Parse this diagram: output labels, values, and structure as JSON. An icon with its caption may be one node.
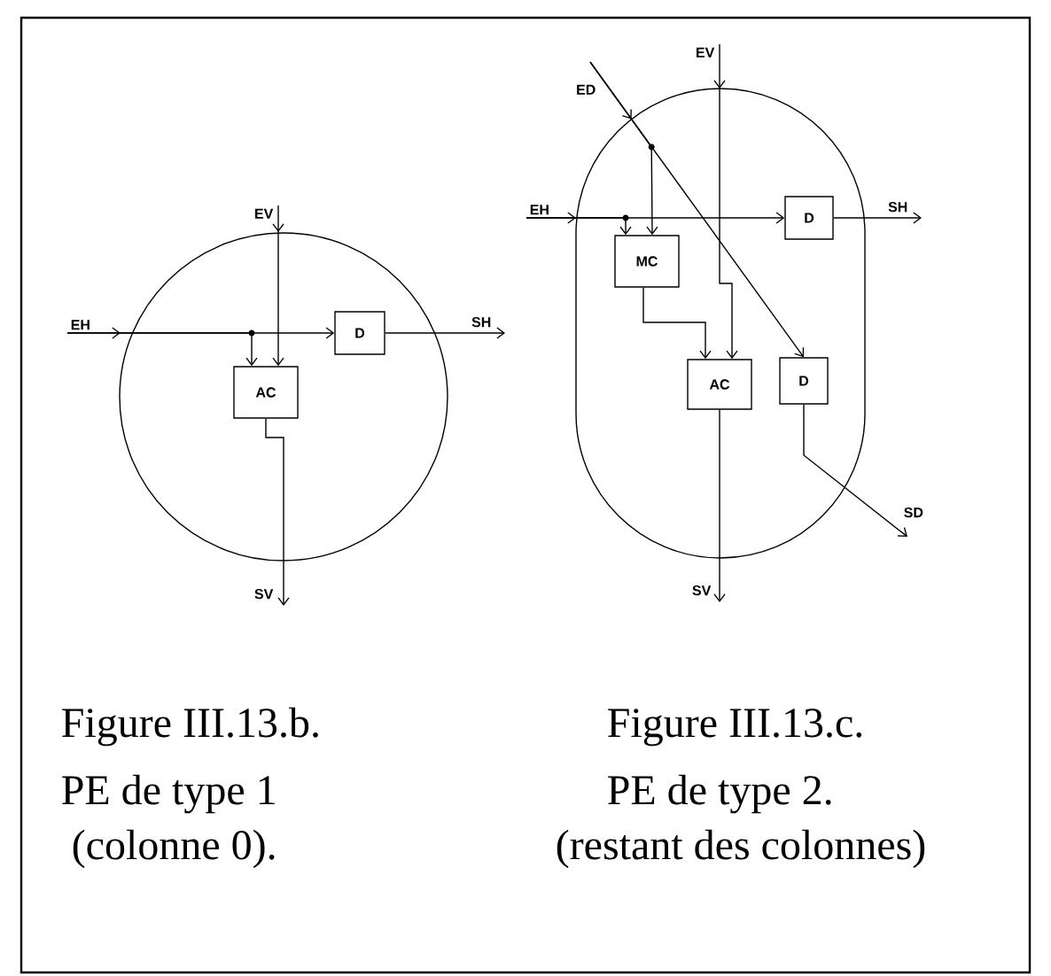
{
  "diagram": {
    "nodes": [
      {
        "text": [],
        "shape": "circle"
      },
      {
        "text": [
          "EV"
        ]
      },
      {
        "text": [
          "EH"
        ]
      },
      {
        "text": [
          "D"
        ],
        "in": 0
      },
      {
        "text": [
          "SH"
        ]
      },
      {
        "text": [
          "AC"
        ],
        "in": 0
      },
      {
        "text": [
          "SV"
        ]
      },
      {
        "text": [],
        "shape": "capsule"
      },
      {
        "text": [
          "EV"
        ]
      },
      {
        "text": [
          "ED"
        ]
      },
      {
        "text": [
          "EH"
        ]
      },
      {
        "text": [
          "D"
        ],
        "in": 7
      },
      {
        "text": [
          "SH"
        ]
      },
      {
        "text": [
          "MC"
        ],
        "in": 7
      },
      {
        "text": [
          "AC"
        ],
        "in": 7
      },
      {
        "text": [
          "D"
        ],
        "in": 7
      },
      {
        "text": [
          "SD"
        ]
      },
      {
        "text": [
          "SV"
        ]
      }
    ],
    "edges": [
      {
        "from": 2,
        "to": 3,
        "arrow": "to"
      },
      {
        "from": 2,
        "to": 5,
        "arrow": "to"
      },
      {
        "from": 1,
        "to": 5,
        "arrow": "to"
      },
      {
        "from": 3,
        "to": 4,
        "arrow": "to"
      },
      {
        "from": 5,
        "to": 6,
        "arrow": "to"
      },
      {
        "from": 10,
        "to": 11,
        "arrow": "to"
      },
      {
        "from": 10,
        "to": 13,
        "arrow": "to"
      },
      {
        "from": 11,
        "to": 12,
        "arrow": "to"
      },
      {
        "from": 8,
        "to": 14,
        "arrow": "to"
      },
      {
        "from": 9,
        "to": 15,
        "arrow": "to"
      },
      {
        "from": 9,
        "to": 13,
        "arrow": "to"
      },
      {
        "from": 13,
        "to": 14,
        "arrow": "to"
      },
      {
        "from": 14,
        "to": 17,
        "arrow": "to"
      },
      {
        "from": 15,
        "to": 16,
        "arrow": "to"
      }
    ],
    "labels": [
      "Figure III.13.b.",
      "Figure III.13.c.",
      "PE de type 1",
      "PE de type 2.",
      "(colonne 0).",
      "(restant des colonnes)"
    ]
  }
}
